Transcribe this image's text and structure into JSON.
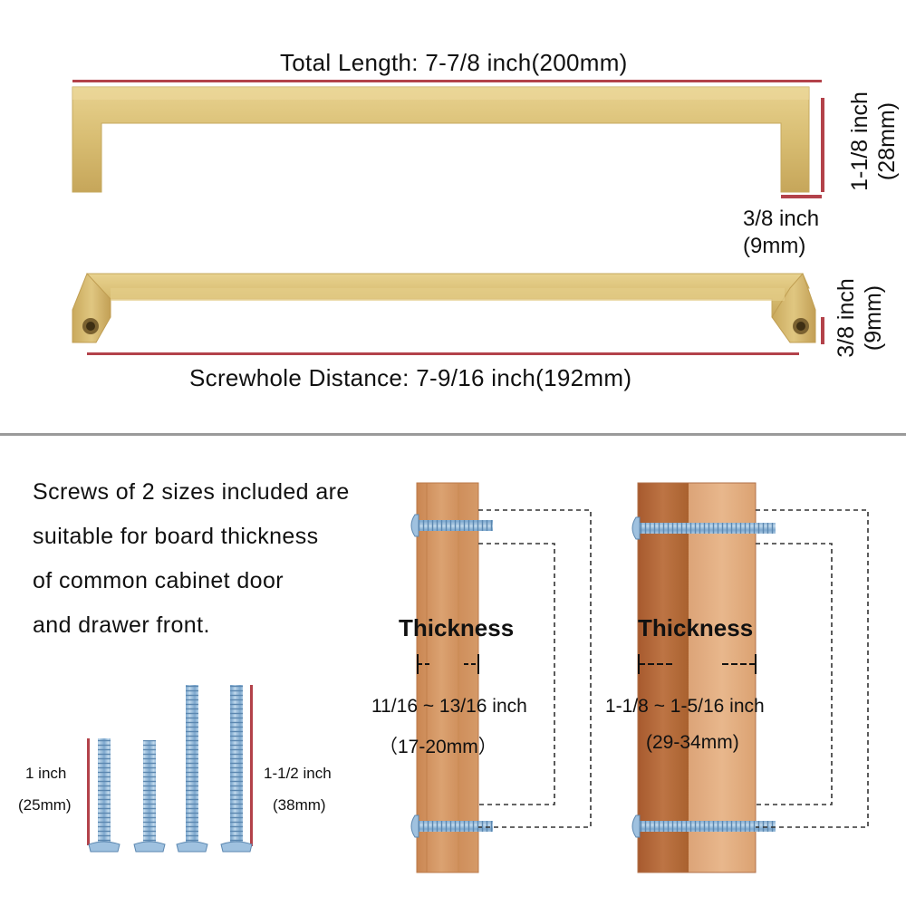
{
  "top": {
    "total_length": "Total Length: 7-7/8 inch(200mm)",
    "height_inch": "1-1/8 inch",
    "height_mm": "(28mm)",
    "leg_width_inch": "3/8 inch",
    "leg_width_mm": "(9mm)",
    "depth_inch": "3/8 inch",
    "depth_mm": "(9mm)",
    "screwhole_distance": "Screwhole Distance: 7-9/16 inch(192mm)"
  },
  "bottom": {
    "description_lines": [
      "Screws of 2 sizes included are",
      "suitable for board thickness",
      "of common cabinet door",
      "and drawer front."
    ],
    "short_screw_inch": "1 inch",
    "short_screw_mm": "(25mm)",
    "long_screw_inch": "1-1/2 inch",
    "long_screw_mm": "(38mm)",
    "board_thin": {
      "title": "Thickness",
      "range": "11/16 ~ 13/16 inch",
      "mm": "（17-20mm）"
    },
    "board_thick": {
      "title": "Thickness",
      "range": "1-1/8 ~ 1-5/16 inch",
      "mm": "(29-34mm)"
    }
  },
  "colors": {
    "gold": "#d8bd72",
    "gold_dark": "#b8994a",
    "dimension_red": "#b3424a",
    "divider": "#9a9a9a",
    "wood_light": "#d69a66",
    "wood_dark": "#b0683a",
    "screw_blue": "#8fb7d8"
  }
}
